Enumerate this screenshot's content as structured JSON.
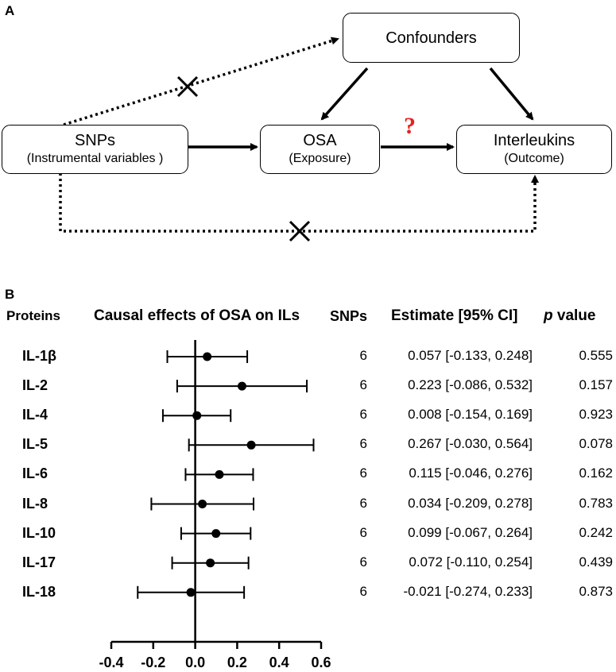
{
  "panelA": {
    "letter": "A",
    "confounders": "Confounders",
    "snps_title": "SNPs",
    "snps_sub": "(Instrumental variables )",
    "osa_title": "OSA",
    "osa_sub": "(Exposure)",
    "interleukins_title": "Interleukins",
    "interleukins_sub": "(Outcome)",
    "question_mark": "?"
  },
  "panelB": {
    "letter": "B",
    "headers": {
      "proteins": "Proteins",
      "plot": "Causal effects of OSA on ILs",
      "snps": "SNPs",
      "estimate": "Estimate [95% CI]",
      "p_italic": "p",
      "p_rest": " value"
    }
  },
  "chart_data": {
    "type": "scatter",
    "subtype": "forest-plot",
    "xlim": [
      -0.4,
      0.6
    ],
    "xticks": [
      "-0.4",
      "-0.2",
      "0.0",
      "0.2",
      "0.4",
      "0.6"
    ],
    "reference_line": 0,
    "rows": [
      {
        "protein": "IL-1β",
        "snps": "6",
        "estimate": 0.057,
        "lower": -0.133,
        "upper": 0.248,
        "ci_text": "0.057 [-0.133, 0.248]",
        "p": "0.555"
      },
      {
        "protein": "IL-2",
        "snps": "6",
        "estimate": 0.223,
        "lower": -0.086,
        "upper": 0.532,
        "ci_text": "0.223 [-0.086, 0.532]",
        "p": "0.157"
      },
      {
        "protein": "IL-4",
        "snps": "6",
        "estimate": 0.008,
        "lower": -0.154,
        "upper": 0.169,
        "ci_text": "0.008 [-0.154, 0.169]",
        "p": "0.923"
      },
      {
        "protein": "IL-5",
        "snps": "6",
        "estimate": 0.267,
        "lower": -0.03,
        "upper": 0.564,
        "ci_text": "0.267 [-0.030, 0.564]",
        "p": "0.078"
      },
      {
        "protein": "IL-6",
        "snps": "6",
        "estimate": 0.115,
        "lower": -0.046,
        "upper": 0.276,
        "ci_text": "0.115 [-0.046, 0.276]",
        "p": "0.162"
      },
      {
        "protein": "IL-8",
        "snps": "6",
        "estimate": 0.034,
        "lower": -0.209,
        "upper": 0.278,
        "ci_text": "0.034 [-0.209, 0.278]",
        "p": "0.783"
      },
      {
        "protein": "IL-10",
        "snps": "6",
        "estimate": 0.099,
        "lower": -0.067,
        "upper": 0.264,
        "ci_text": "0.099 [-0.067, 0.264]",
        "p": "0.242"
      },
      {
        "protein": "IL-17",
        "snps": "6",
        "estimate": 0.072,
        "lower": -0.11,
        "upper": 0.254,
        "ci_text": "0.072 [-0.110, 0.254]",
        "p": "0.439"
      },
      {
        "protein": "IL-18",
        "snps": "6",
        "estimate": -0.021,
        "lower": -0.274,
        "upper": 0.233,
        "ci_text": "-0.021 [-0.274, 0.233]",
        "p": "0.873"
      }
    ]
  }
}
